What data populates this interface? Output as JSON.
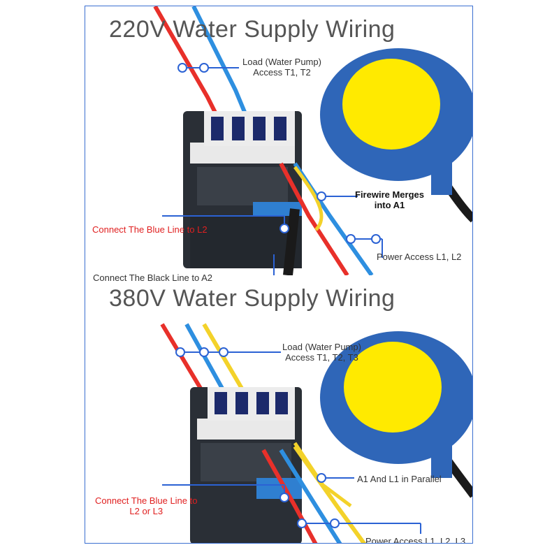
{
  "panels": [
    {
      "title": "220V Water Supply Wiring",
      "labels": {
        "load": [
          "Load (Water Pump)",
          "Access T1, T2"
        ],
        "firewire": [
          "Firewire Merges",
          "into A1"
        ],
        "blue_line": "Connect The Blue Line to L2",
        "power": "Power Access L1, L2",
        "black_line": "Connect The Black Line to A2"
      }
    },
    {
      "title": "380V Water Supply Wiring",
      "labels": {
        "load": [
          "Load (Water Pump)",
          "Access T1, T2, T3"
        ],
        "parallel": "A1 And L1 in Parallel",
        "blue_line": [
          "Connect The Blue Line to",
          "L2 or L3"
        ],
        "power": "Power Access L1, L2, L3"
      }
    }
  ],
  "colors": {
    "frame": "#3b6fd1",
    "callout": "#2b62d4",
    "wire_red": "#e8302a",
    "wire_blue": "#2e8fe0",
    "wire_yellow": "#f3d22a",
    "float_blue": "#2f66b8",
    "float_yellow": "#ffea00",
    "contactor_body": "#2a2f36",
    "red_text": "#e02020"
  },
  "icons": [
    "float-switch-ball",
    "contactor",
    "callout-dot"
  ]
}
